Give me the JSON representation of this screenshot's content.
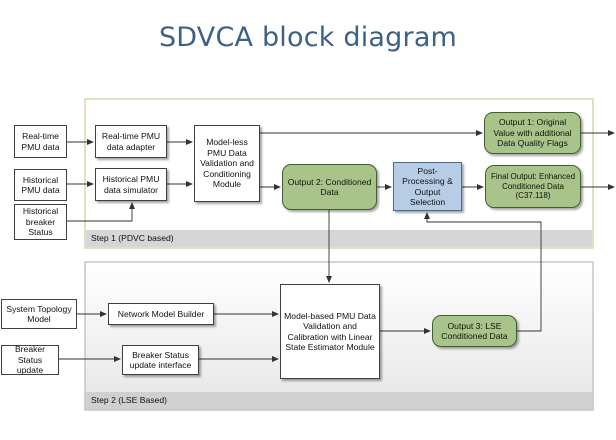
{
  "title": "SDVCA block diagram",
  "steps": {
    "step1": "Step 1 (PDVC based)",
    "step2": "Step 2 (LSE Based)"
  },
  "nodes": {
    "realtime_pmu": "Real-time PMU data",
    "historical_pmu": "Historical PMU data",
    "historical_breaker": "Historical breaker Status",
    "realtime_adapter": "Real-time PMU data adapter",
    "historical_simulator": "Historical PMU data simulator",
    "modelless": "Model-less PMU Data Validation and Conditioning Module",
    "output1": "Output 1: Original Value with additional Data Quality Flags",
    "output2": "Output 2: Conditioned Data",
    "postproc": "Post-Processing & Output Selection",
    "final_output": "Final Output: Enhanced Conditioned Data (C37.118)",
    "system_topology": "System Topology Model",
    "network_builder": "Network Model Builder",
    "breaker_update": "Breaker Status update",
    "breaker_interface": "Breaker Status update interface",
    "model_based": "Model-based PMU Data Validation and Calibration with Linear State Estimator Module",
    "output3": "Output 3: LSE Conditioned Data"
  },
  "colors": {
    "title": "#3d6185",
    "step1_border": "#c6dba3",
    "step2_border": "#b8b8b8",
    "step_label_bg": "#d6d6d6",
    "green_fill": "#a9c48a",
    "blue_fill": "#b7cde6",
    "arrow": "#333333"
  }
}
